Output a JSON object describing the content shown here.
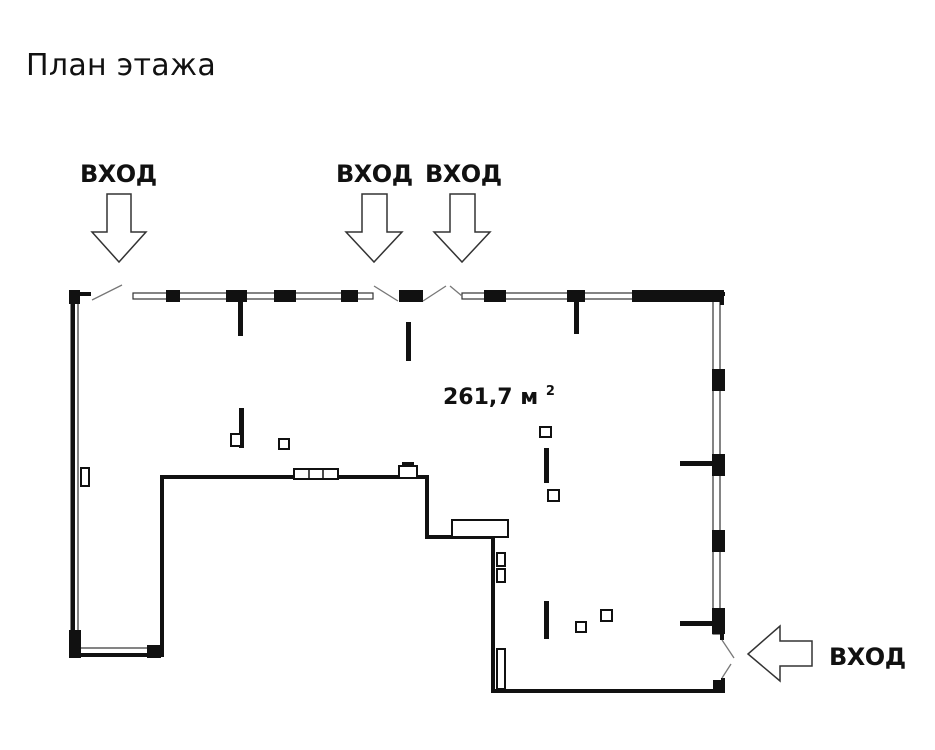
{
  "page": {
    "title": "План этажа"
  },
  "plan": {
    "area": {
      "value": "261,7 м",
      "superscript": "2"
    },
    "entrances": [
      {
        "id": "top-left",
        "label": "ВХОД"
      },
      {
        "id": "top-middle",
        "label": "ВХОД"
      },
      {
        "id": "top-right",
        "label": "ВХОД"
      },
      {
        "id": "right-side",
        "label": "ВХОД"
      }
    ],
    "colors": {
      "wall": "#111111",
      "glazing": "#333333",
      "background": "#ffffff"
    }
  }
}
